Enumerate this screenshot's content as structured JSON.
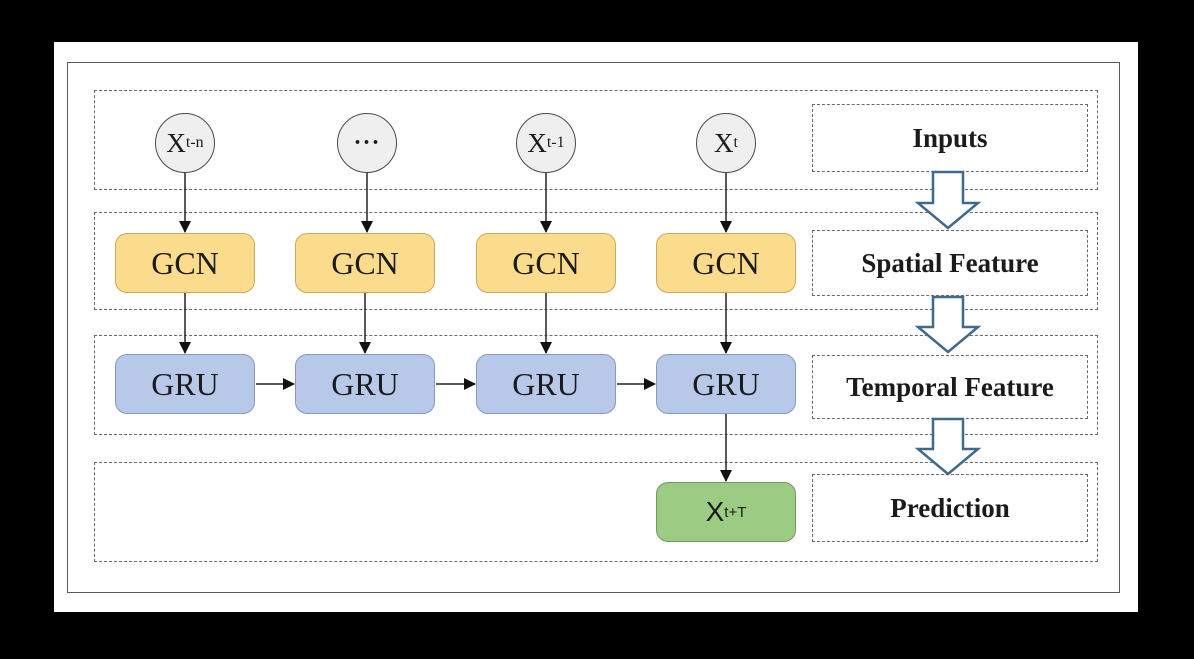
{
  "inputs": {
    "x_t_n": {
      "base": "X",
      "sub": "t-n"
    },
    "ellipsis": "···",
    "x_t_1": {
      "base": "X",
      "sub": "t-1"
    },
    "x_t": {
      "base": "X",
      "sub": "t"
    }
  },
  "gcn_label": "GCN",
  "gru_label": "GRU",
  "prediction_node": {
    "base": "X",
    "sub": "t+T"
  },
  "stage_labels": {
    "inputs": "Inputs",
    "spatial": "Spatial Feature",
    "temporal": "Temporal Feature",
    "prediction": "Prediction"
  },
  "colors": {
    "gcn": "#fbdc8c",
    "gru": "#b8c8e8",
    "prediction": "#9ccb84",
    "stage_arrow": "#3f6a8e"
  }
}
